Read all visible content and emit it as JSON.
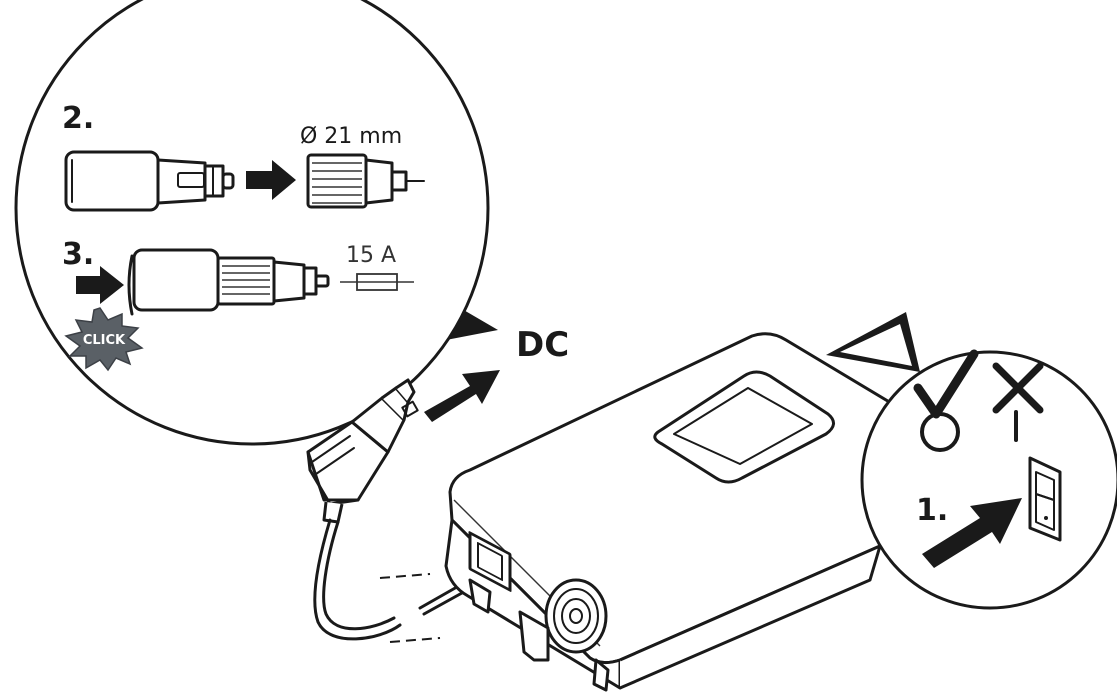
{
  "steps": {
    "step1": "1.",
    "step2": "2.",
    "step3": "3."
  },
  "labels": {
    "diameter": "Ø 21 mm",
    "fuse": "15 A",
    "click": "CLICK",
    "dc": "DC"
  },
  "icons": {
    "ok": "check-mark-icon",
    "not_ok": "cross-icon",
    "power_off": "power-off-symbol-icon",
    "power_on": "power-on-symbol-icon"
  },
  "colors": {
    "line": "#1a1a1a",
    "click_badge": "#5a6066",
    "background": "#ffffff"
  }
}
